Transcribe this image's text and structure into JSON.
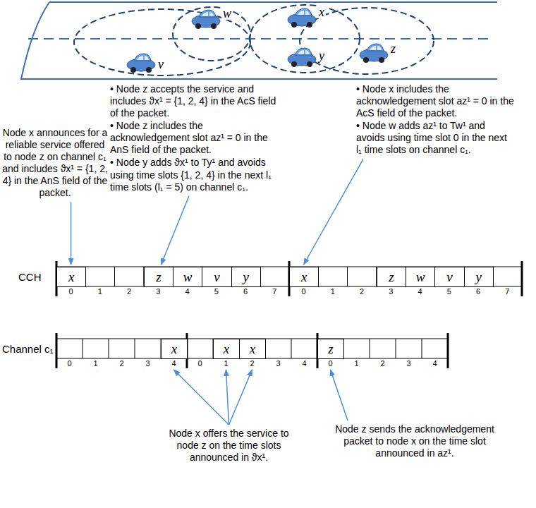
{
  "diagram": {
    "nodes": [
      {
        "text": [
          "x"
        ]
      },
      {
        "text": [
          "z"
        ]
      },
      {
        "text": [
          "w"
        ]
      },
      {
        "text": [
          "v"
        ]
      },
      {
        "text": [
          "y"
        ]
      },
      {
        "text": [
          "x"
        ]
      },
      {
        "text": [
          "z"
        ]
      },
      {
        "text": [
          "w"
        ]
      },
      {
        "text": [
          "v"
        ]
      },
      {
        "text": [
          "y"
        ]
      },
      {
        "text": [
          "x"
        ]
      },
      {
        "text": [
          "x"
        ]
      },
      {
        "text": [
          "x"
        ]
      },
      {
        "text": [
          "z"
        ]
      }
    ],
    "labels": [
      "v",
      "w",
      "x",
      "y",
      "z",
      "Node x announces for a reliable service offered to node z on channel c₁ and includes ϑx¹ = {1, 2, 4} in the AnS field of the packet.",
      "• Node z accepts the service and includes ϑx¹ = {1, 2, 4} in the AcS field of the packet.",
      "• Node z includes the acknowledgement slot az¹ = 0 in the AnS field of the packet.",
      "• Node y adds ϑx¹ to Ty¹ and avoids using time slots {1, 2, 4} in the next l₁ time slots (l₁ = 5) on channel c₁.",
      "• Node x includes the acknowledgement slot az¹ = 0 in the AcS field of the packet.",
      "• Node w adds az¹ to Tw¹ and avoids using time slot 0 in the next l₁ time slots on channel c₁.",
      "CCH",
      "0",
      "1",
      "2",
      "3",
      "4",
      "5",
      "6",
      "7",
      "0",
      "1",
      "2",
      "3",
      "4",
      "5",
      "6",
      "7",
      "Channel c₁",
      "0",
      "1",
      "2",
      "3",
      "4",
      "0",
      "1",
      "2",
      "3",
      "4",
      "0",
      "1",
      "2",
      "3",
      "4",
      "Node x offers the service to node z on the time slots announced in ϑx¹.",
      "Node z sends the acknowledgement packet to node x on the time slot announced in az¹."
    ]
  }
}
